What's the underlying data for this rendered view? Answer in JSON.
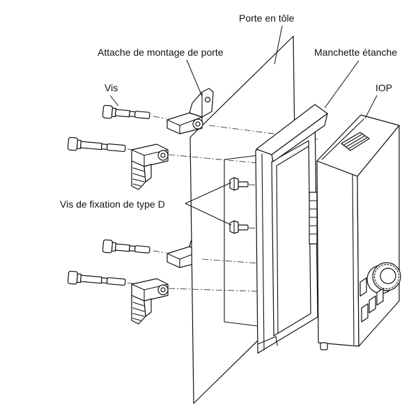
{
  "labels": {
    "sheet_door": "Porte en tôle",
    "door_bracket": "Attache de montage de porte",
    "screw": "Vis",
    "gasket": "Manchette étanche",
    "iop": "IOP",
    "type_d_screw": "Vis de fixation de type D"
  }
}
